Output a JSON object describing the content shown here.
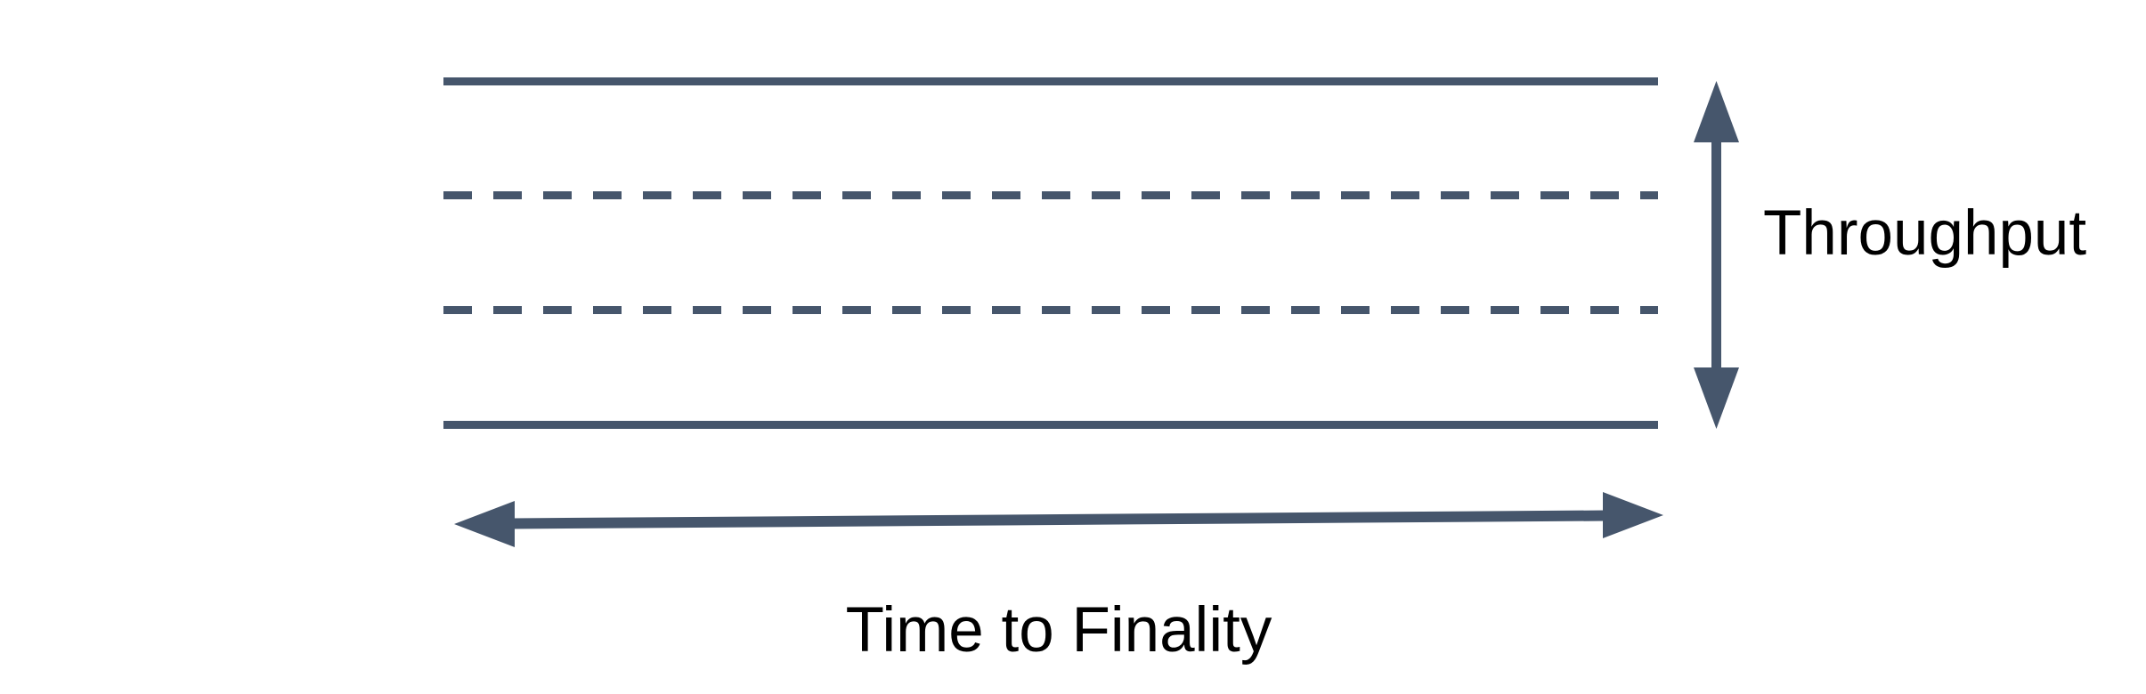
{
  "diagram": {
    "title": "Throughput vs Time to Finality band diagram",
    "labels": {
      "vertical_axis": "Throughput",
      "horizontal_axis": "Time to Finality"
    },
    "band": {
      "line_styles": [
        "solid",
        "dashed",
        "dashed",
        "solid"
      ],
      "line_count": 4
    },
    "arrows": {
      "vertical": "double-headed, spans band height",
      "horizontal": "double-headed, spans band width"
    },
    "colors": {
      "shape": "#46566C",
      "text": "#000000",
      "background": "#FFFFFF"
    }
  }
}
